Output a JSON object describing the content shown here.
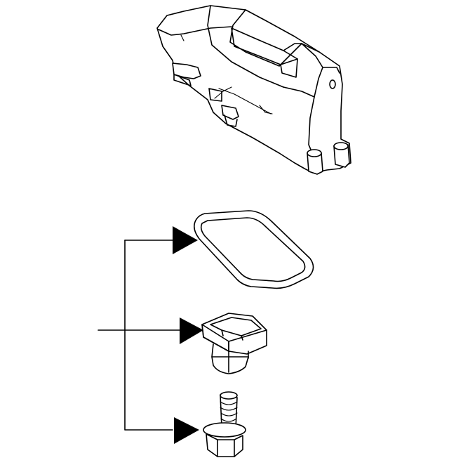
{
  "diagram": {
    "parts": [
      {
        "id": "lamp-housing",
        "icon": "lamp-housing-icon"
      },
      {
        "id": "gasket",
        "icon": "gasket-icon"
      },
      {
        "id": "clip-nut",
        "icon": "clip-nut-icon"
      },
      {
        "id": "bolt",
        "icon": "flange-bolt-icon"
      }
    ],
    "callout": {
      "label_count": 0,
      "arrow_color": "#000000",
      "line_color": "#000000"
    }
  }
}
